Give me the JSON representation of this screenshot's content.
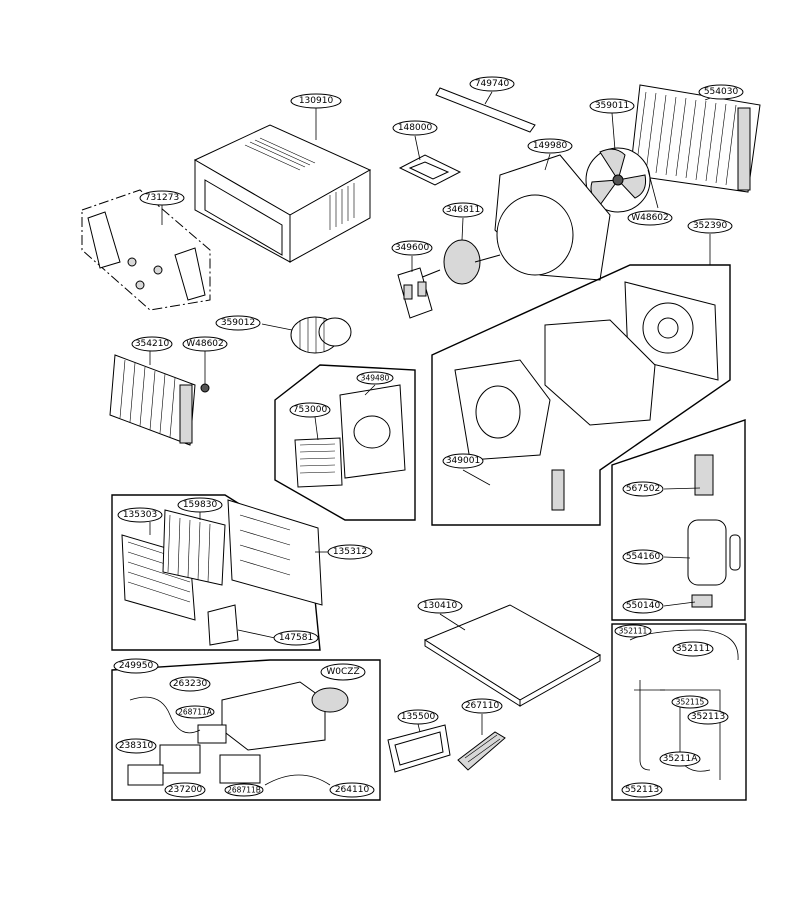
{
  "labels": {
    "l130910": "130910",
    "l749740": "749740",
    "l554030": "554030",
    "l359011": "359011",
    "l148000": "148000",
    "l149980": "149980",
    "l731273": "731273",
    "l346811": "346811",
    "lW48602a": "W48602",
    "l352390": "352390",
    "l349600": "349600",
    "l359012": "359012",
    "l354210": "354210",
    "lW48602b": "W48602",
    "l349480": "349480",
    "l753000": "753000",
    "l349001": "349001",
    "l567502": "567502",
    "l135303": "135303",
    "l159830": "159830",
    "l135312": "135312",
    "l554160": "554160",
    "l550140": "550140",
    "l130410": "130410",
    "l147581": "147581",
    "l352111a": "352111",
    "l352111b": "352111",
    "l249950": "249950",
    "l263230": "263230",
    "lW0CZZ": "W0CZZ",
    "l268711A": "268711A",
    "l352115": "352115",
    "l352113": "352113",
    "l238310": "238310",
    "l135500": "135500",
    "l267110": "267110",
    "l237200": "237200",
    "l268711B": "268711B",
    "l264110": "264110",
    "l35211A": "35211A",
    "l552113": "552113"
  }
}
